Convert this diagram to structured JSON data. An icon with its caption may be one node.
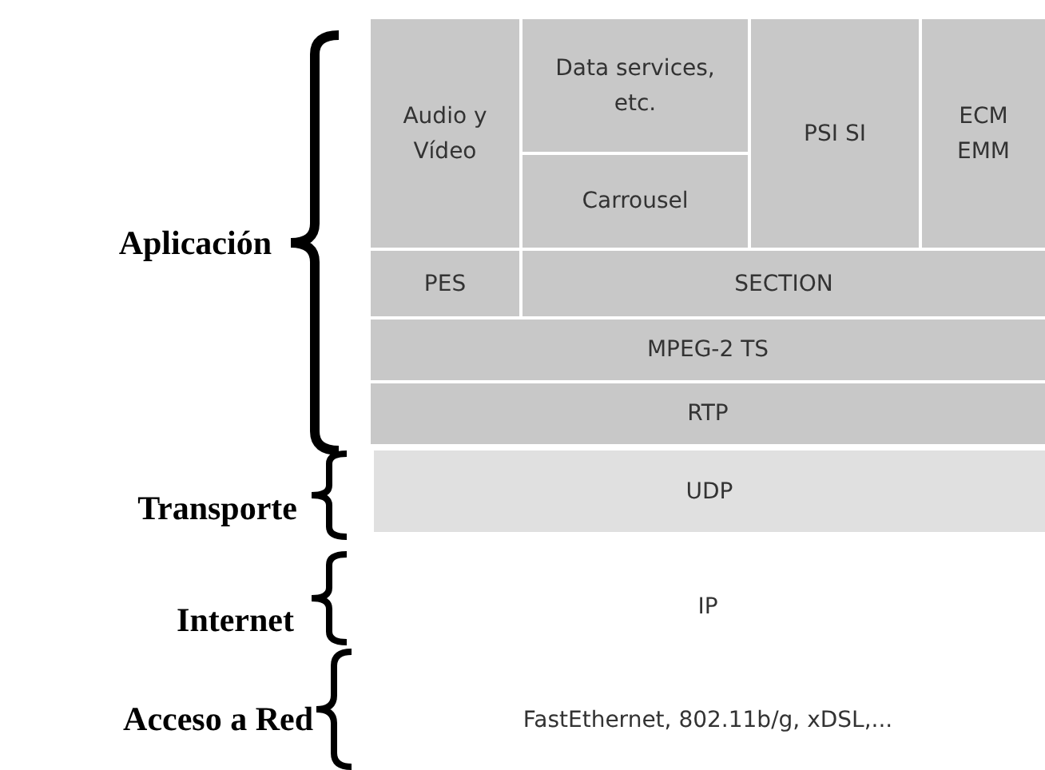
{
  "diagram": {
    "nodes": [
      {
        "text": [
          "Audio y Vídeo"
        ]
      },
      {
        "text": [
          "Data services, etc."
        ]
      },
      {
        "text": [
          "Carrousel"
        ]
      },
      {
        "text": [
          "PSI SI"
        ]
      },
      {
        "text": [
          "ECM EMM"
        ]
      },
      {
        "text": [
          "PES"
        ]
      },
      {
        "text": [
          "SECTION"
        ]
      },
      {
        "text": [
          "MPEG-2 TS"
        ]
      },
      {
        "text": [
          "RTP"
        ]
      },
      {
        "text": [
          "UDP"
        ]
      }
    ],
    "labels": [
      "Aplicación",
      "Transporte",
      "Internet",
      "IP",
      "Acceso a Red",
      "FastEthernet, 802.11b/g, xDSL,..."
    ]
  }
}
